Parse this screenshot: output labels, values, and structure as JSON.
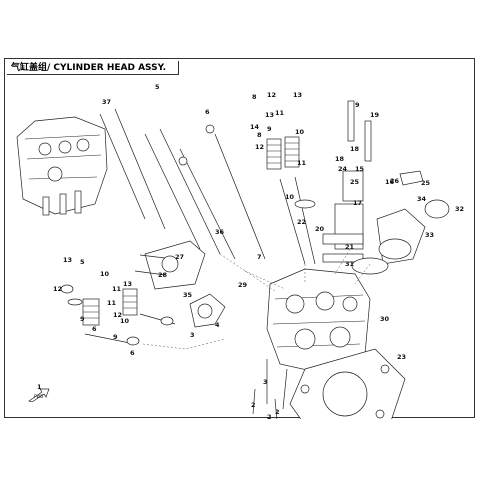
{
  "title": "气缸盖组/ CYLINDER HEAD ASSY.",
  "callouts": [
    "37",
    "5",
    "6",
    "8",
    "8",
    "12",
    "13",
    "11",
    "10",
    "9",
    "14",
    "13",
    "12",
    "11",
    "10",
    "9",
    "19",
    "18",
    "18",
    "24",
    "25",
    "15",
    "16",
    "26",
    "25",
    "34",
    "17",
    "32",
    "22",
    "20",
    "21",
    "33",
    "7",
    "31",
    "27",
    "36",
    "35",
    "29",
    "3",
    "4",
    "28",
    "13",
    "12",
    "10",
    "11",
    "9",
    "5",
    "6",
    "13",
    "12",
    "11",
    "10",
    "9",
    "6",
    "30",
    "23",
    "3",
    "2",
    "2",
    "2",
    "1"
  ],
  "direction_mark": "FWD"
}
